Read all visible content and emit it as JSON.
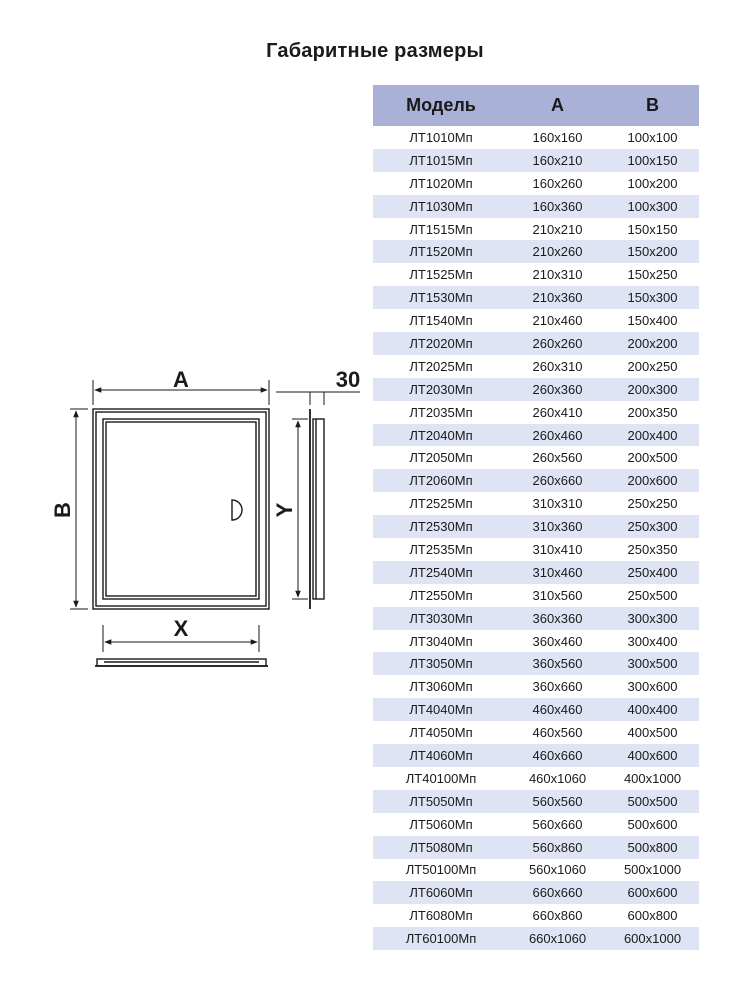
{
  "title": "Габаритные размеры",
  "drawing": {
    "label_a": "A",
    "label_b": "B",
    "label_x": "X",
    "label_y": "Y",
    "label_depth": "30"
  },
  "table": {
    "headers": [
      "Модель",
      "A",
      "B"
    ],
    "rows": [
      [
        "ЛТ1010Мп",
        "160x160",
        "100x100"
      ],
      [
        "ЛТ1015Мп",
        "160x210",
        "100x150"
      ],
      [
        "ЛТ1020Мп",
        "160x260",
        "100x200"
      ],
      [
        "ЛТ1030Мп",
        "160x360",
        "100x300"
      ],
      [
        "ЛТ1515Мп",
        "210x210",
        "150x150"
      ],
      [
        "ЛТ1520Мп",
        "210x260",
        "150x200"
      ],
      [
        "ЛТ1525Мп",
        "210x310",
        "150x250"
      ],
      [
        "ЛТ1530Мп",
        "210x360",
        "150x300"
      ],
      [
        "ЛТ1540Мп",
        "210x460",
        "150x400"
      ],
      [
        "ЛТ2020Мп",
        "260x260",
        "200x200"
      ],
      [
        "ЛТ2025Мп",
        "260x310",
        "200x250"
      ],
      [
        "ЛТ2030Мп",
        "260x360",
        "200x300"
      ],
      [
        "ЛТ2035Мп",
        "260x410",
        "200x350"
      ],
      [
        "ЛТ2040Мп",
        "260x460",
        "200x400"
      ],
      [
        "ЛТ2050Мп",
        "260x560",
        "200x500"
      ],
      [
        "ЛТ2060Мп",
        "260x660",
        "200x600"
      ],
      [
        "ЛТ2525Мп",
        "310x310",
        "250x250"
      ],
      [
        "ЛТ2530Мп",
        "310x360",
        "250x300"
      ],
      [
        "ЛТ2535Мп",
        "310x410",
        "250x350"
      ],
      [
        "ЛТ2540Мп",
        "310x460",
        "250x400"
      ],
      [
        "ЛТ2550Мп",
        "310x560",
        "250x500"
      ],
      [
        "ЛТ3030Мп",
        "360x360",
        "300x300"
      ],
      [
        "ЛТ3040Мп",
        "360x460",
        "300x400"
      ],
      [
        "ЛТ3050Мп",
        "360x560",
        "300x500"
      ],
      [
        "ЛТ3060Мп",
        "360x660",
        "300x600"
      ],
      [
        "ЛТ4040Мп",
        "460x460",
        "400x400"
      ],
      [
        "ЛТ4050Мп",
        "460x560",
        "400x500"
      ],
      [
        "ЛТ4060Мп",
        "460x660",
        "400x600"
      ],
      [
        "ЛТ40100Мп",
        "460x1060",
        "400x1000"
      ],
      [
        "ЛТ5050Мп",
        "560x560",
        "500x500"
      ],
      [
        "ЛТ5060Мп",
        "560x660",
        "500x600"
      ],
      [
        "ЛТ5080Мп",
        "560x860",
        "500x800"
      ],
      [
        "ЛТ50100Мп",
        "560x1060",
        "500x1000"
      ],
      [
        "ЛТ6060Мп",
        "660x660",
        "600x600"
      ],
      [
        "ЛТ6080Мп",
        "660x860",
        "600x800"
      ],
      [
        "ЛТ60100Мп",
        "660x1060",
        "600x1000"
      ]
    ]
  },
  "colors": {
    "header_bg": "#a9b1d6",
    "stripe_bg": "#dfe4f5",
    "line": "#1a1a1a"
  }
}
